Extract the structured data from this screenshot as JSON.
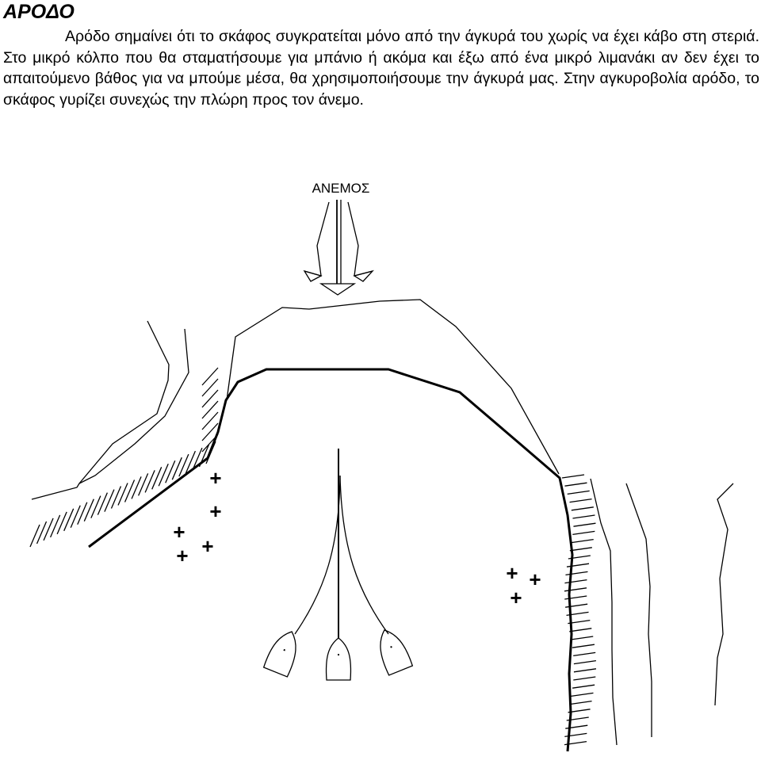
{
  "document": {
    "title": "ΑΡΟΔΟ",
    "paragraph": "Αρόδο σημαίνει ότι το σκάφος συγκρατείται μόνο από την άγκυρά του χωρίς να έχει κάβο στη στεριά. Στο μικρό κόλπο που θα σταματήσουμε για μπάνιο ή ακόμα και έξω από ένα μικρό λιμανάκι αν δεν έχει το απαιτούμενο βάθος για να μπούμε μέσα, θα χρησιμοποιήσουμε την άγκυρά μας. Στην αγκυροβολία αρόδο, το σκάφος γυρίζει συνεχώς την πλώρη προς τον άνεμο."
  },
  "diagram": {
    "wind_label": "ΑΝΕΜΟΣ",
    "boat_count": 3,
    "rock_marker_glyph": "+"
  }
}
